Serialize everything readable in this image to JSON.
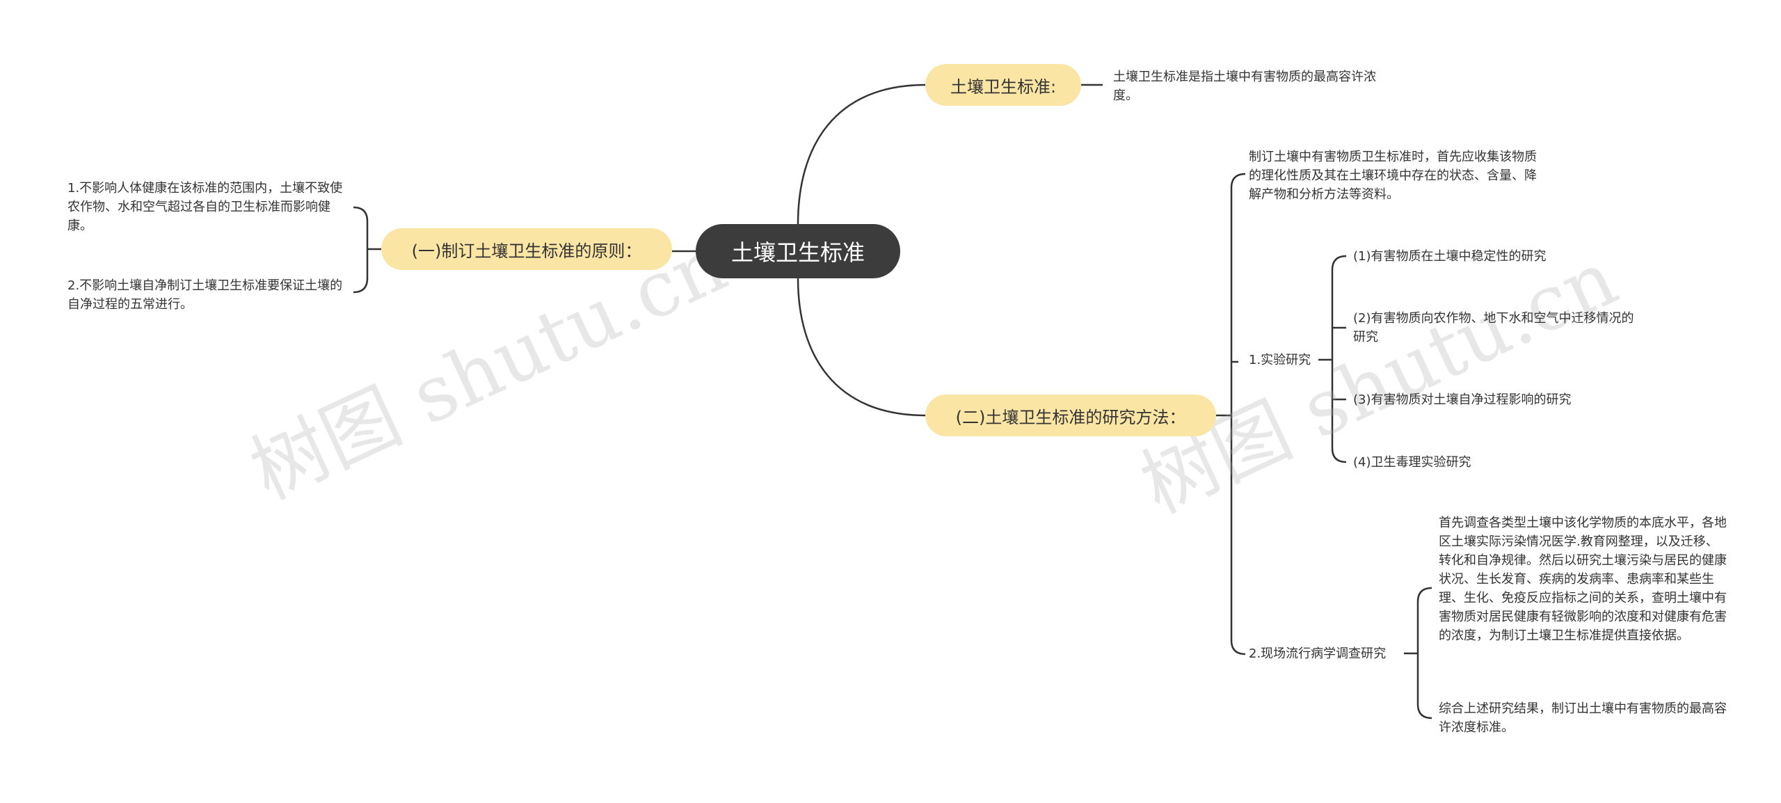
{
  "root": {
    "label": "土壤卫生标准"
  },
  "branches": {
    "principles": {
      "label": "(一)制订土壤卫生标准的原则：",
      "items": [
        "1.不影响人体健康在该标准的范围内，土壤不致使农作物、水和空气超过各自的卫生标准而影响健康。",
        "2.不影响土壤自净制订土壤卫生标准要保证土壤的自净过程的五常进行。"
      ]
    },
    "standard": {
      "label": "土壤卫生标准:",
      "text": "土壤卫生标准是指土壤中有害物质的最高容许浓度。"
    },
    "methods": {
      "label": "(二)土壤卫生标准的研究方法：",
      "intro": "制订土壤中有害物质卫生标准时，首先应收集该物质的理化性质及其在土壤环境中存在的状态、含量、降解产物和分析方法等资料。",
      "experiment": {
        "label": "1.实验研究",
        "items": [
          "(1)有害物质在土壤中稳定性的研究",
          "(2)有害物质向农作物、地下水和空气中迁移情况的研究",
          "(3)有害物质对土壤自净过程影响的研究",
          "(4)卫生毒理实验研究"
        ]
      },
      "field": {
        "label": "2.现场流行病学调查研究",
        "items": [
          "首先调查各类型土壤中该化学物质的本底水平，各地区土壤实际污染情况医学.教育网整理，以及迁移、转化和自净规律。然后以研究土壤污染与居民的健康状况、生长发育、疾病的发病率、患病率和某些生理、生化、免疫反应指标之间的关系，查明土壤中有害物质对居民健康有轻微影响的浓度和对健康有危害的浓度，为制订土壤卫生标准提供直接依据。",
          "综合上述研究结果，制订出土壤中有害物质的最高容许浓度标准。"
        ]
      }
    }
  },
  "watermark": [
    "树图 shutu.cn",
    "树图 shutu.cn"
  ],
  "colors": {
    "root": "#3c3c3c",
    "pill": "#fbe5a4",
    "line": "#333333"
  }
}
